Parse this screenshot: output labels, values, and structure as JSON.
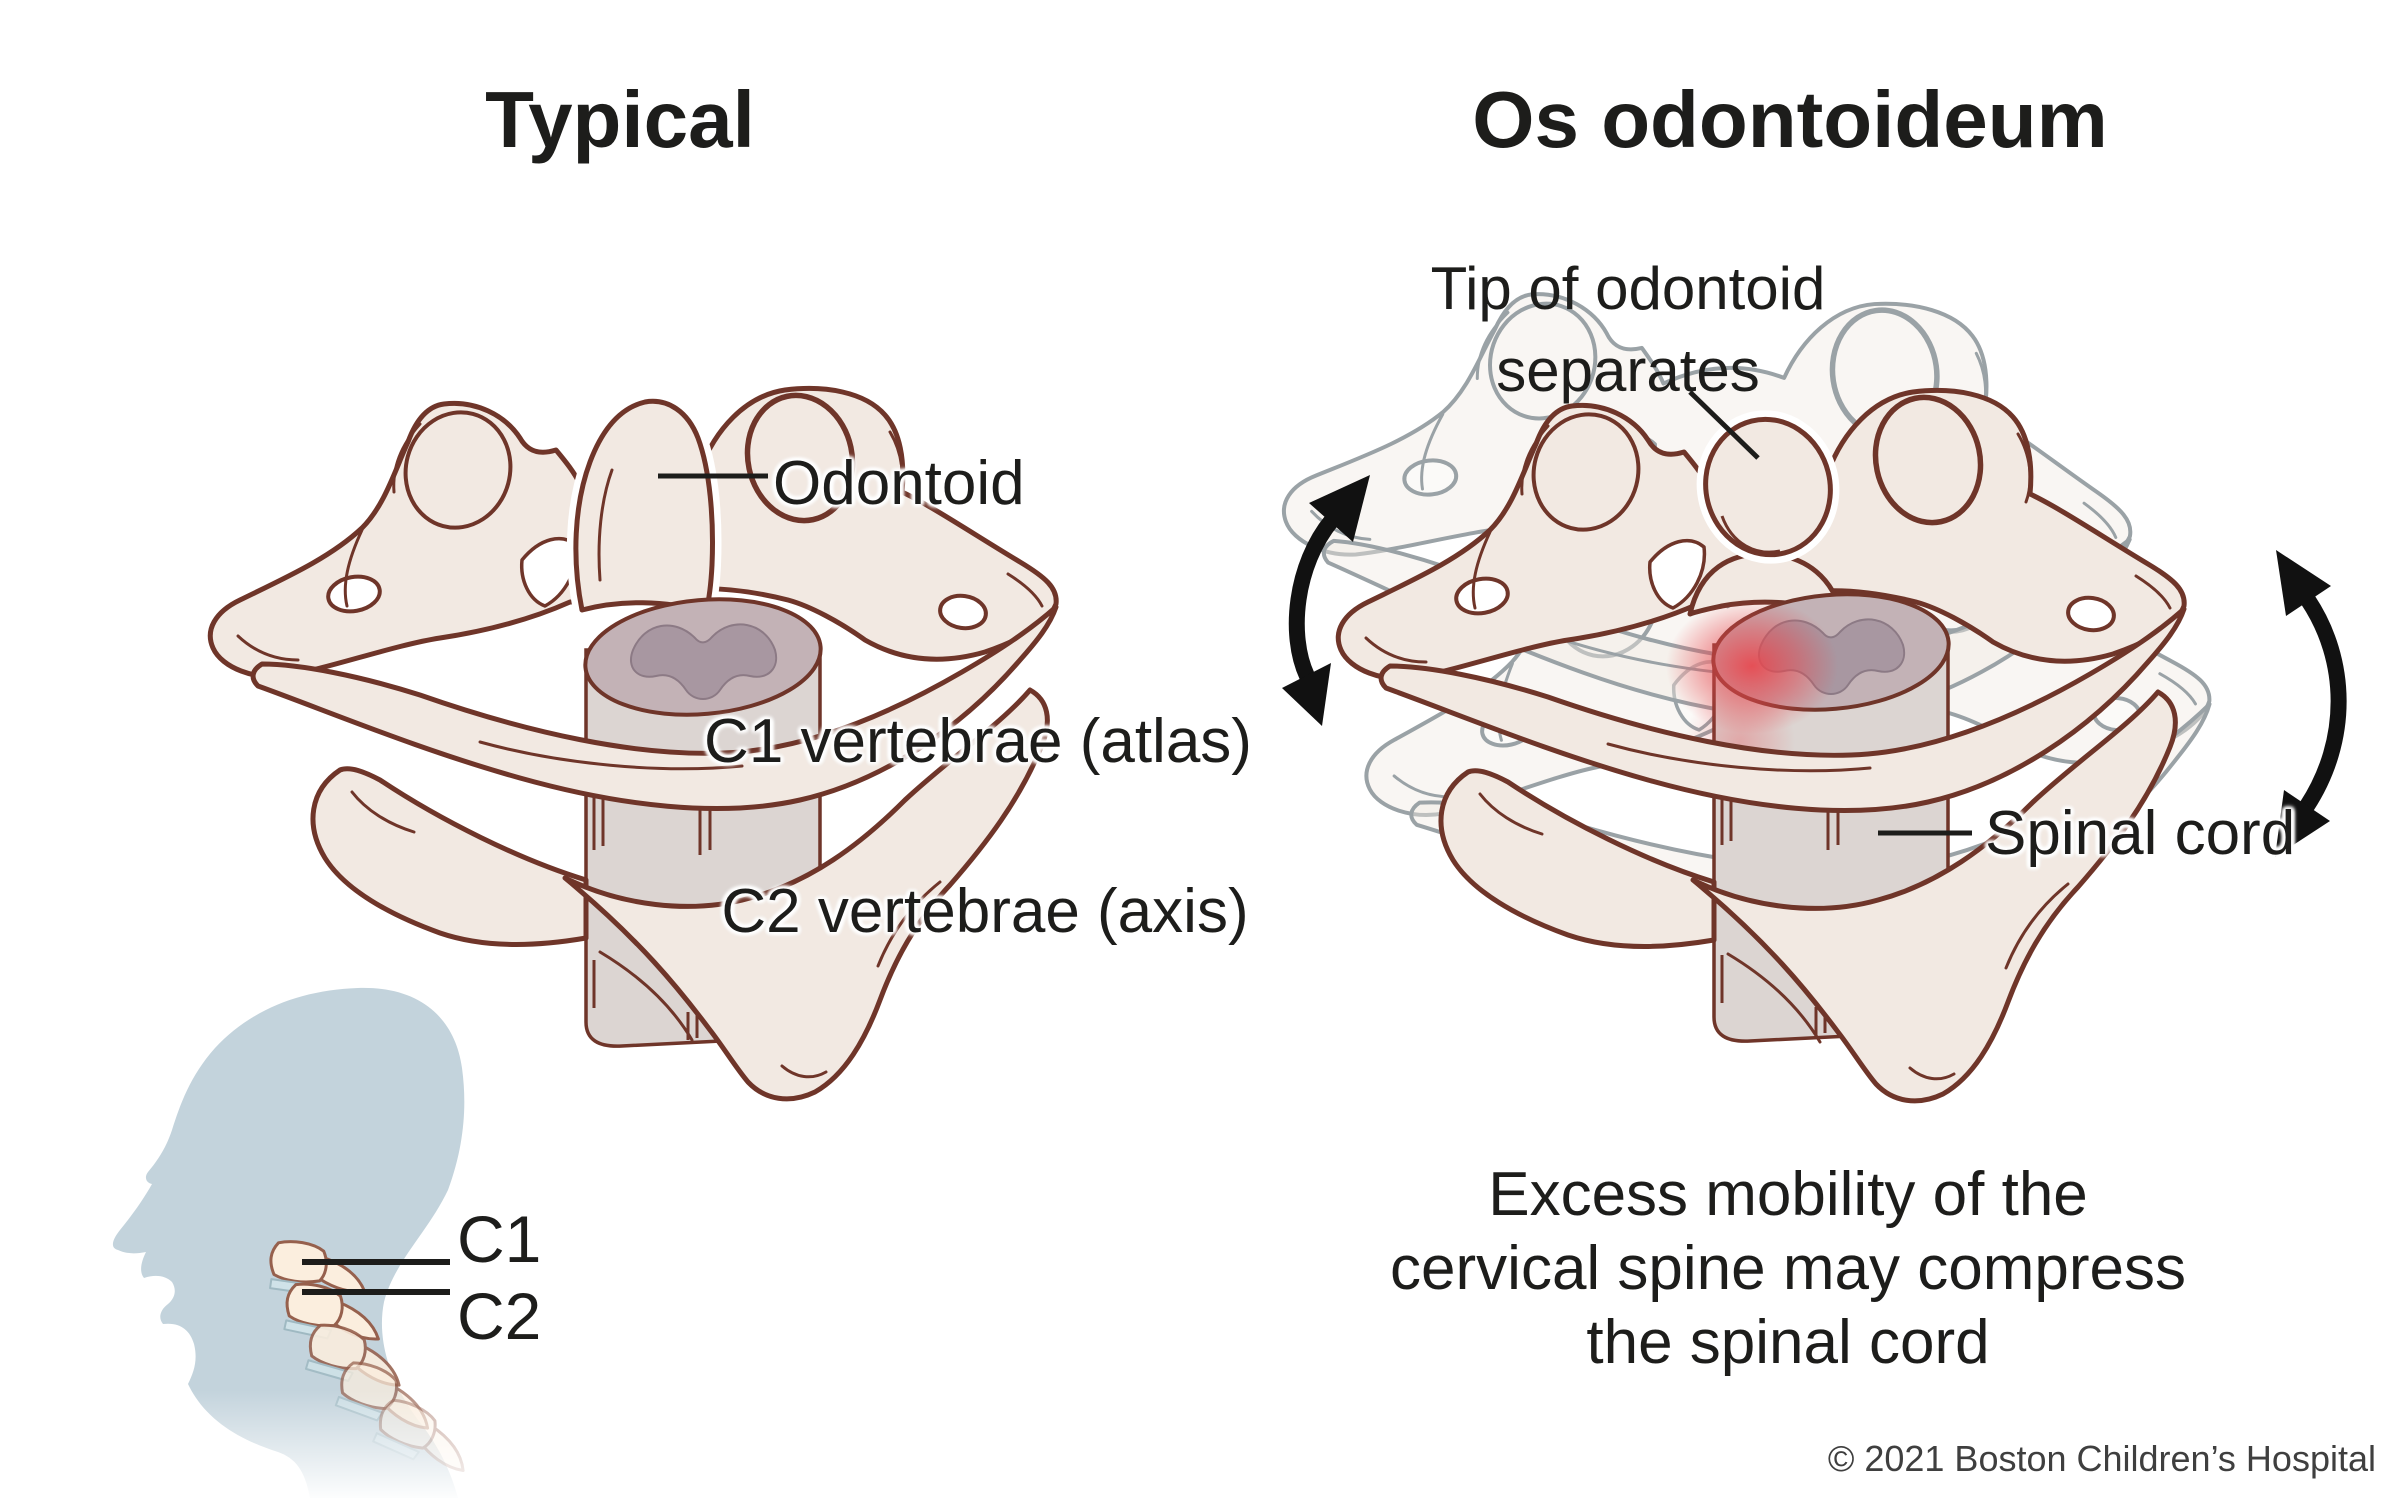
{
  "panels": {
    "typical": {
      "heading": "Typical",
      "labels": {
        "odontoid": "Odontoid",
        "c1": "C1 vertebrae (atlas)",
        "c2": "C2 vertebrae (axis)"
      }
    },
    "os_odontoideum": {
      "heading": "Os odontoideum",
      "labels": {
        "tip_line1": "Tip of odontoid",
        "tip_line2": "separates",
        "spinal_cord": "Spinal cord"
      },
      "caption": {
        "line1": "Excess mobility of the",
        "line2": "cervical spine may compress",
        "line3": "the spinal cord"
      }
    }
  },
  "inset": {
    "labels": {
      "c1": "C1",
      "c2": "C2"
    }
  },
  "footer": {
    "copyright": "© 2021 Boston Children’s Hospital"
  },
  "colors": {
    "background": "#ffffff",
    "text": "#1d1d1b",
    "copyright_text": "#3f3f3f",
    "bone_fill": "#f2e9e2",
    "bone_outline": "#6f3529",
    "ghost_outline": "#9aa2a6",
    "spinal_cord_side": "#dcd5d2",
    "spinal_cord_top": "#c3b2b6",
    "gray_matter": "#a5949e",
    "compression_red": "#e8474e",
    "head_silhouette": "#c3d3dc",
    "neck_bone_fill": "#fbeede",
    "neck_disc": "#cfe2e8",
    "arrow": "#111111"
  }
}
